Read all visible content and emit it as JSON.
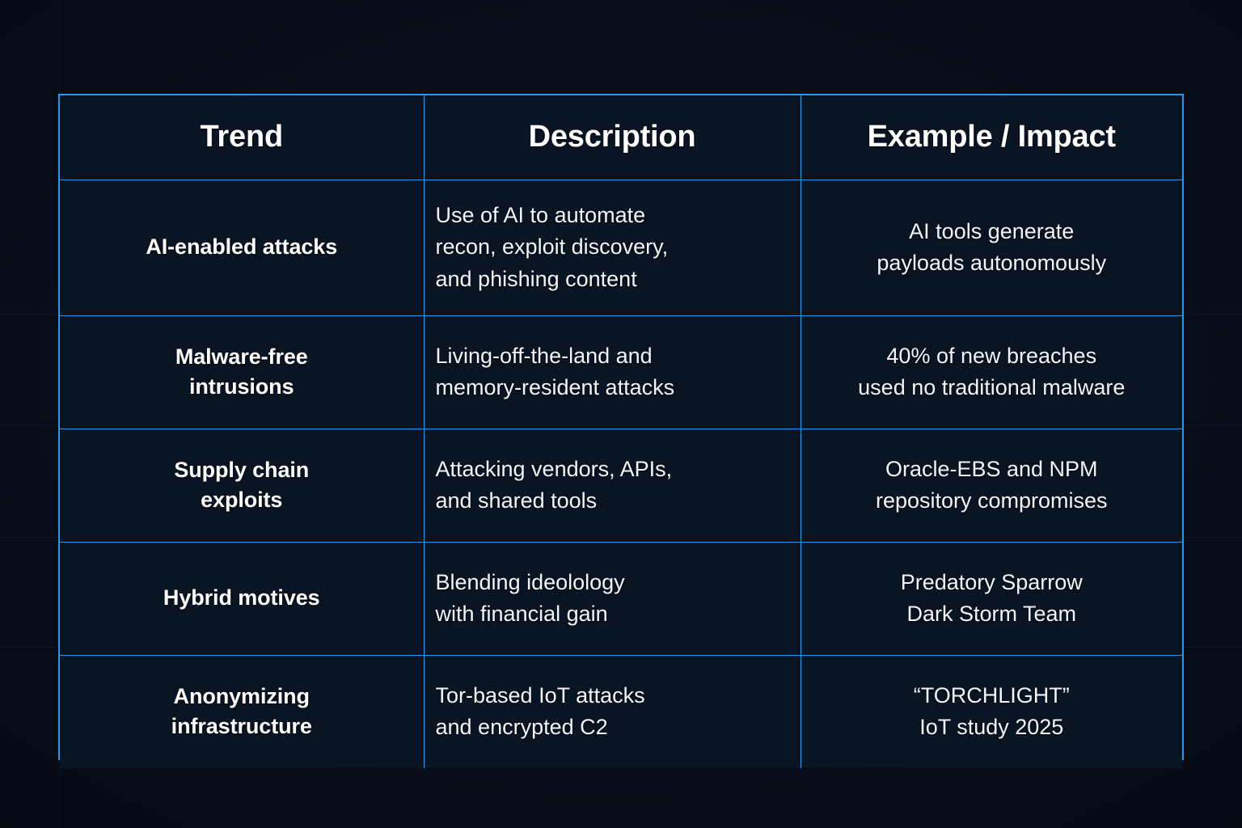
{
  "theme": {
    "page_background": "#04070d",
    "table_cell_background": "#0a1524",
    "border_accent": "#2b95e8",
    "text_primary": "#ffffff",
    "text_body": "#f2f6fa"
  },
  "table": {
    "name": "cybersecurity-trends-table",
    "columns": [
      {
        "key": "trend",
        "label": "Trend"
      },
      {
        "key": "desc",
        "label": "Description"
      },
      {
        "key": "example",
        "label": "Example / Impact"
      }
    ],
    "rows": [
      {
        "trend": "AI-enabled attacks",
        "trend_lines": [
          "AI-enabled attacks"
        ],
        "desc_lines": [
          "Use of AI to automate",
          "recon, exploit discovery,",
          "and phishing content"
        ],
        "example_lines": [
          "AI tools generate",
          "payloads autonomously"
        ]
      },
      {
        "trend": "Malware-free intrusions",
        "trend_lines": [
          "Malware-free",
          "intrusions"
        ],
        "desc_lines": [
          "Living-off-the-land and",
          "memory-resident attacks"
        ],
        "example_lines": [
          "40% of new breaches",
          "used no traditional malware"
        ]
      },
      {
        "trend": "Supply chain exploits",
        "trend_lines": [
          "Supply chain",
          "exploits"
        ],
        "desc_lines": [
          "Attacking vendors, APIs,",
          "and shared tools"
        ],
        "example_lines": [
          "Oracle-EBS and NPM",
          "repository compromises"
        ]
      },
      {
        "trend": "Hybrid motives",
        "trend_lines": [
          "Hybrid motives"
        ],
        "desc_lines": [
          "Blending ideolology",
          "with financial gain"
        ],
        "example_lines": [
          "Predatory Sparrow",
          "Dark Storm Team"
        ]
      },
      {
        "trend": "Anonymizing infrastructure",
        "trend_lines": [
          "Anonymizing",
          "infrastructure"
        ],
        "desc_lines": [
          "Tor-based IoT attacks",
          "and encrypted C2"
        ],
        "example_lines": [
          "“TORCHLIGHT”",
          "IoT study 2025"
        ]
      }
    ]
  }
}
